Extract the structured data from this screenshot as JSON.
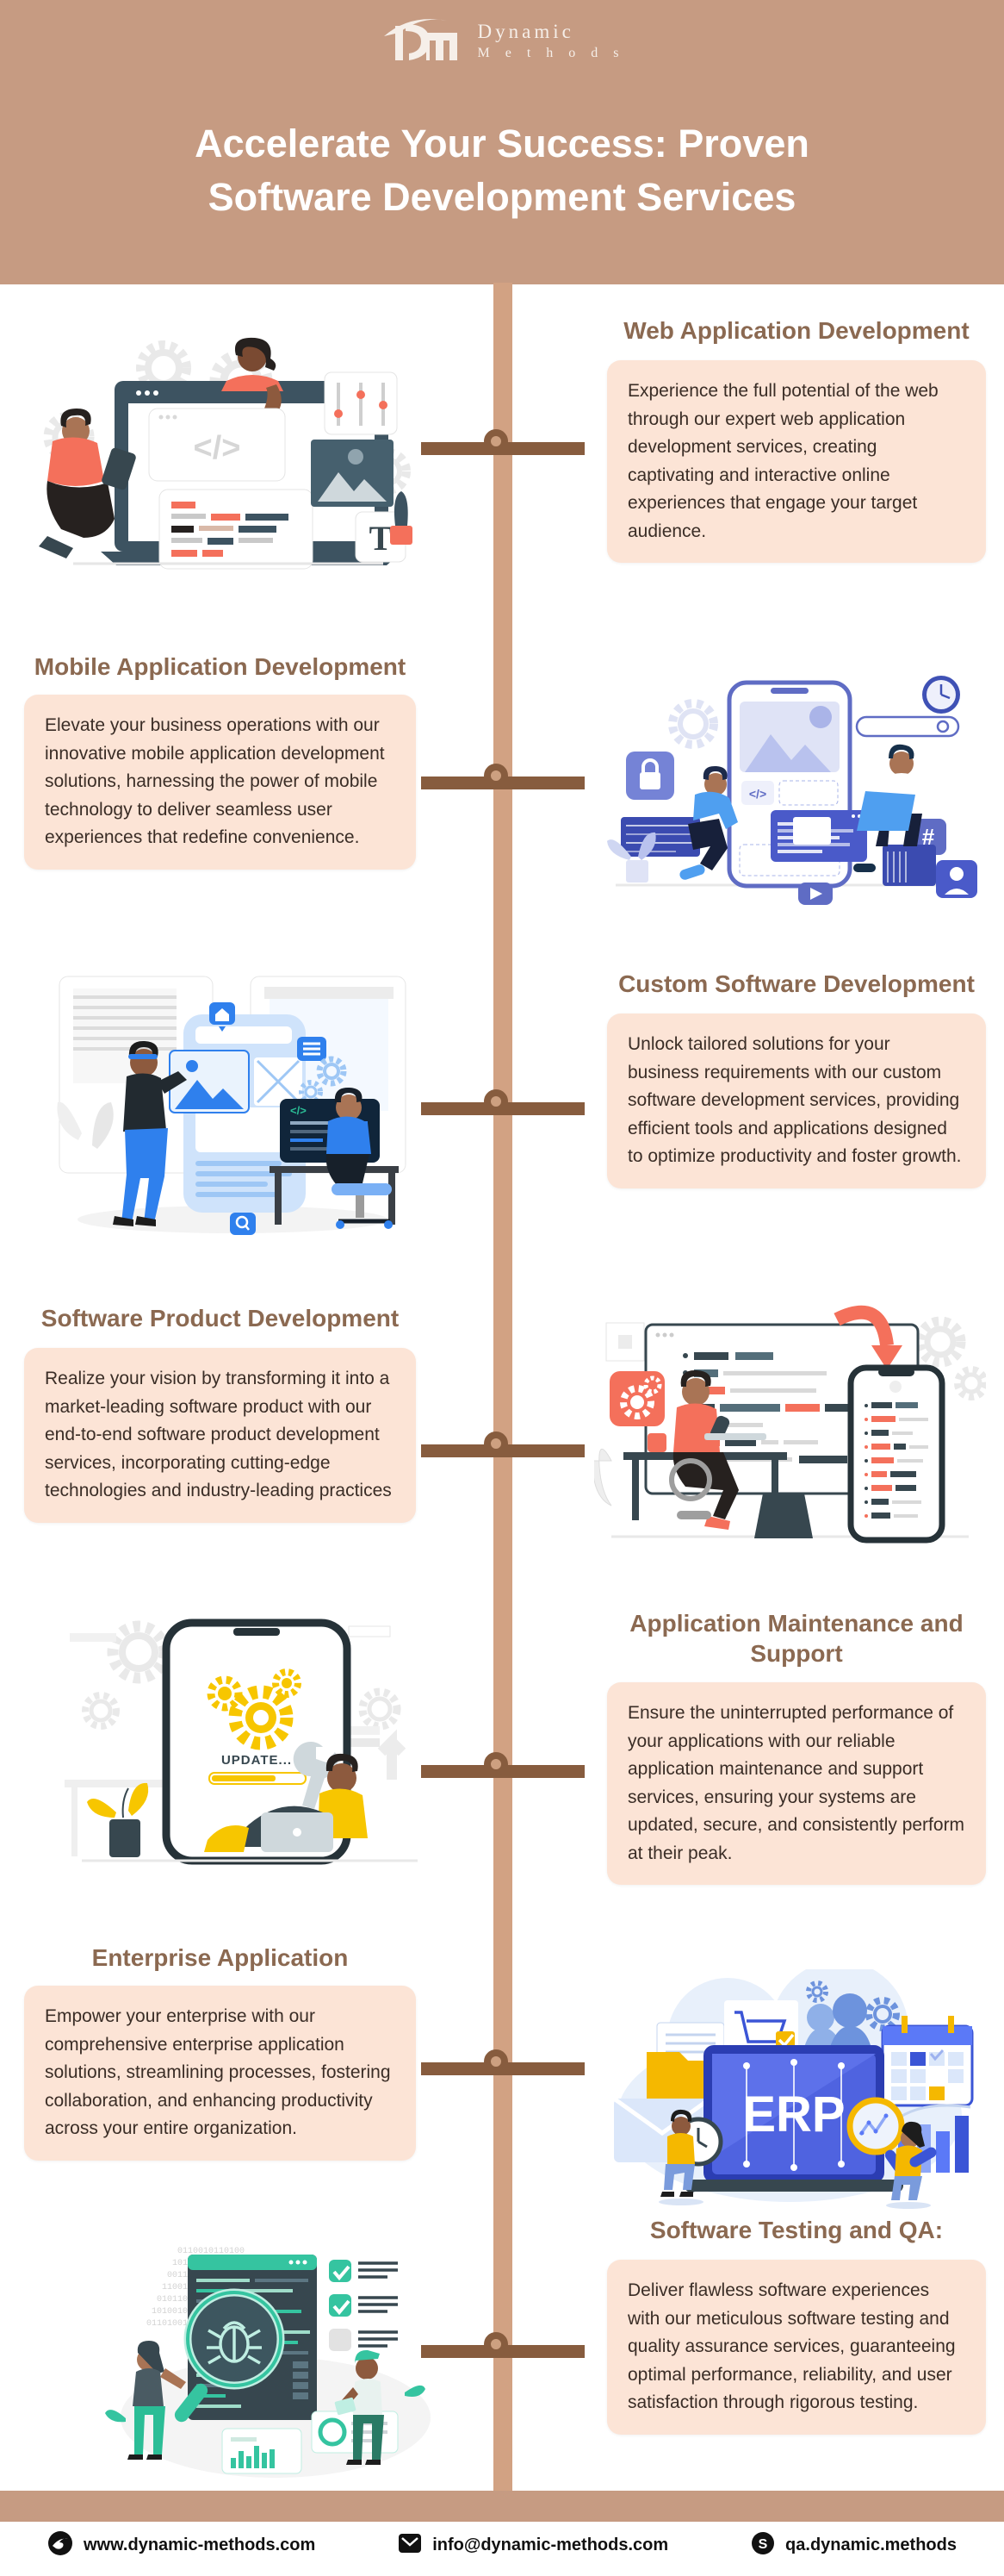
{
  "header": {
    "brand_line1": "Dynamic",
    "brand_line2": "M e t h o d s",
    "title_line1": "Accelerate Your Success: Proven",
    "title_line2": "Software Development Services",
    "bg_color": "#c69b82",
    "title_color": "#ffffff"
  },
  "timeline": {
    "line_color": "#d2a283",
    "connector_color": "#875c3e",
    "node_fill_color": "#cda080"
  },
  "theme": {
    "card_bg_color": "#fce4d6",
    "section_title_color": "#8b6951",
    "body_text_color": "#3a2d26"
  },
  "sections": [
    {
      "title": "Web Application Development",
      "body": "Experience the full potential of the web through our expert web application development services, creating captivating and interactive online experiences that engage your target audience.",
      "side": "right",
      "illustration": "web-development-scene",
      "palette": [
        "#3d5361",
        "#f4705b",
        "#ececec"
      ]
    },
    {
      "title": "Mobile Application Development",
      "body": "Elevate your business operations with our innovative mobile application development solutions, harnessing the power of mobile technology to deliver seamless user experiences that redefine convenience.",
      "side": "left",
      "illustration": "mobile-development-scene",
      "palette": [
        "#5f6cc4",
        "#3b4bb0",
        "#e8ebf8"
      ]
    },
    {
      "title": "Custom Software Development",
      "body": "Unlock tailored solutions for your business requirements with our custom software development services, providing efficient tools and applications designed to optimize productivity and foster growth.",
      "side": "right",
      "illustration": "custom-software-scene",
      "palette": [
        "#2f80ed",
        "#cfe3fb",
        "#10253a"
      ]
    },
    {
      "title": "Software Product Development",
      "body": "Realize your vision by transforming it into a market-leading software product with our end-to-end software product development services, incorporating cutting-edge technologies and industry-leading practices",
      "side": "left",
      "illustration": "product-development-scene",
      "palette": [
        "#37474f",
        "#f4705b",
        "#ececec"
      ]
    },
    {
      "title": "Application Maintenance and Support",
      "body": "Ensure the uninterrupted performance of your applications with our reliable application maintenance and support services, ensuring your systems are updated, secure, and consistently perform at their peak.",
      "side": "right",
      "illustration": "maintenance-update-scene",
      "palette": [
        "#f7c600",
        "#37474f",
        "#ececec"
      ],
      "screen_label": "UPDATE..."
    },
    {
      "title": "Enterprise Application",
      "body": "Empower your enterprise with our comprehensive enterprise application solutions, streamlining processes, fostering collaboration, and enhancing productivity across your entire organization.",
      "side": "left",
      "illustration": "erp-cloud-scene",
      "palette": [
        "#4f63e0",
        "#f5b800",
        "#e8f0fb"
      ],
      "screen_label": "ERP"
    },
    {
      "title": "Software Testing and QA:",
      "body": "Deliver flawless software experiences with our meticulous software testing and quality assurance services, guaranteeing optimal performance, reliability, and user satisfaction through rigorous testing.",
      "side": "right",
      "illustration": "software-testing-scene",
      "palette": [
        "#2bbd96",
        "#37474f",
        "#f4f4f4"
      ]
    }
  ],
  "footer": {
    "website": "www.dynamic-methods.com",
    "email": "info@dynamic-methods.com",
    "skype": "qa.dynamic.methods"
  }
}
